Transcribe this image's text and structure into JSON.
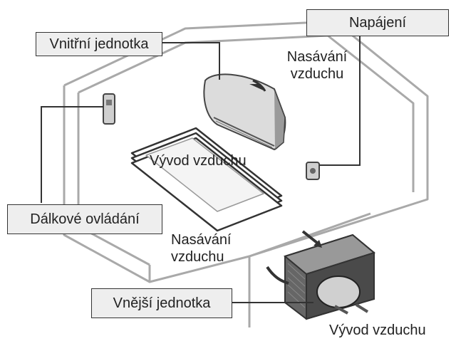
{
  "labels": {
    "indoor_unit": "Vnitřní jednotka",
    "power_supply": "Napájení",
    "remote_control": "Dálkové ovládání",
    "outdoor_unit": "Vnější jednotka"
  },
  "annotations": {
    "air_intake_top_line1": "Nasávání",
    "air_intake_top_line2": "vzduchu",
    "air_outlet_indoor": "Vývod vzduchu",
    "air_intake_bottom_line1": "Nasávání",
    "air_intake_bottom_line2": "vzduchu",
    "air_outlet_outdoor": "Vývod vzduchu"
  },
  "colors": {
    "line": "#333333",
    "room_outline": "#aaaaaa",
    "unit_dark": "#555555",
    "unit_light": "#d8d8d8",
    "box_fill": "#eeeeee"
  }
}
